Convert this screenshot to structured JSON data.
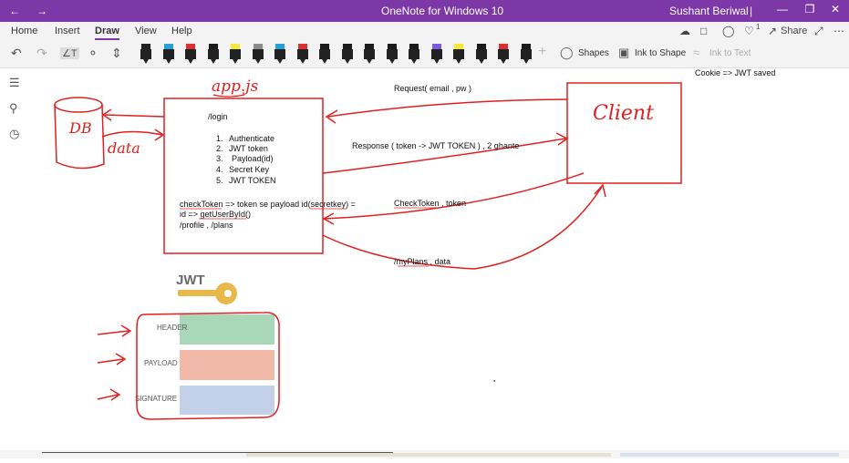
{
  "titlebar": {
    "app_title": "OneNote for Windows 10",
    "user": "Sushant Beriwal",
    "bg": "#7b38a6"
  },
  "ribbon": {
    "tabs": [
      "Home",
      "Insert",
      "Draw",
      "View",
      "Help"
    ],
    "active_tab": "Draw",
    "share_label": "Share",
    "notification_count": "1"
  },
  "toolbar": {
    "shapes_label": "Shapes",
    "ink_to_shape_label": "Ink to Shape",
    "ink_to_text_label": "Ink to Text",
    "pen_colors": [
      "#222222",
      "#2a9fd6",
      "#d93030",
      "#1a1a1a",
      "#f5e63c",
      "#8a8a8a",
      "#2a9fd6",
      "#d93030",
      "#1a1a1a",
      "#1a1a1a",
      "#1a1a1a",
      "#1a1a1a",
      "#1a1a1a",
      "#7b5bd6",
      "#f5e63c",
      "#1a1a1a",
      "#d93030",
      "#1a1a1a"
    ]
  },
  "note": {
    "cookie_line": "Cookie => JWT saved",
    "app_label": "app.js",
    "client_label": "Client",
    "db_label": "DB",
    "data_label": "data",
    "server": {
      "login": "/login",
      "steps": [
        "Authenticate",
        "JWT token",
        "Payload(id)",
        "Secret Key",
        "JWT TOKEN"
      ],
      "check_token_line": "checkToken   => token se payload id(secretkey) =",
      "id_line": "id => getUserById()",
      "routes_line": "/profile , /plans"
    },
    "arrows": {
      "request": "Request( email , pw )",
      "response": "Response ( token -> JWT TOKEN  ) , 2 ghante",
      "check_token": "CheckToken , token",
      "my_plans": "/myPlans , data"
    },
    "jwt": {
      "logo": "JWT",
      "sections": [
        "HEADER",
        "PAYLOAD",
        "SIGNATURE"
      ],
      "section_colors": [
        "#a8d8b8",
        "#f2b8a8",
        "#c2d0e8"
      ]
    }
  }
}
